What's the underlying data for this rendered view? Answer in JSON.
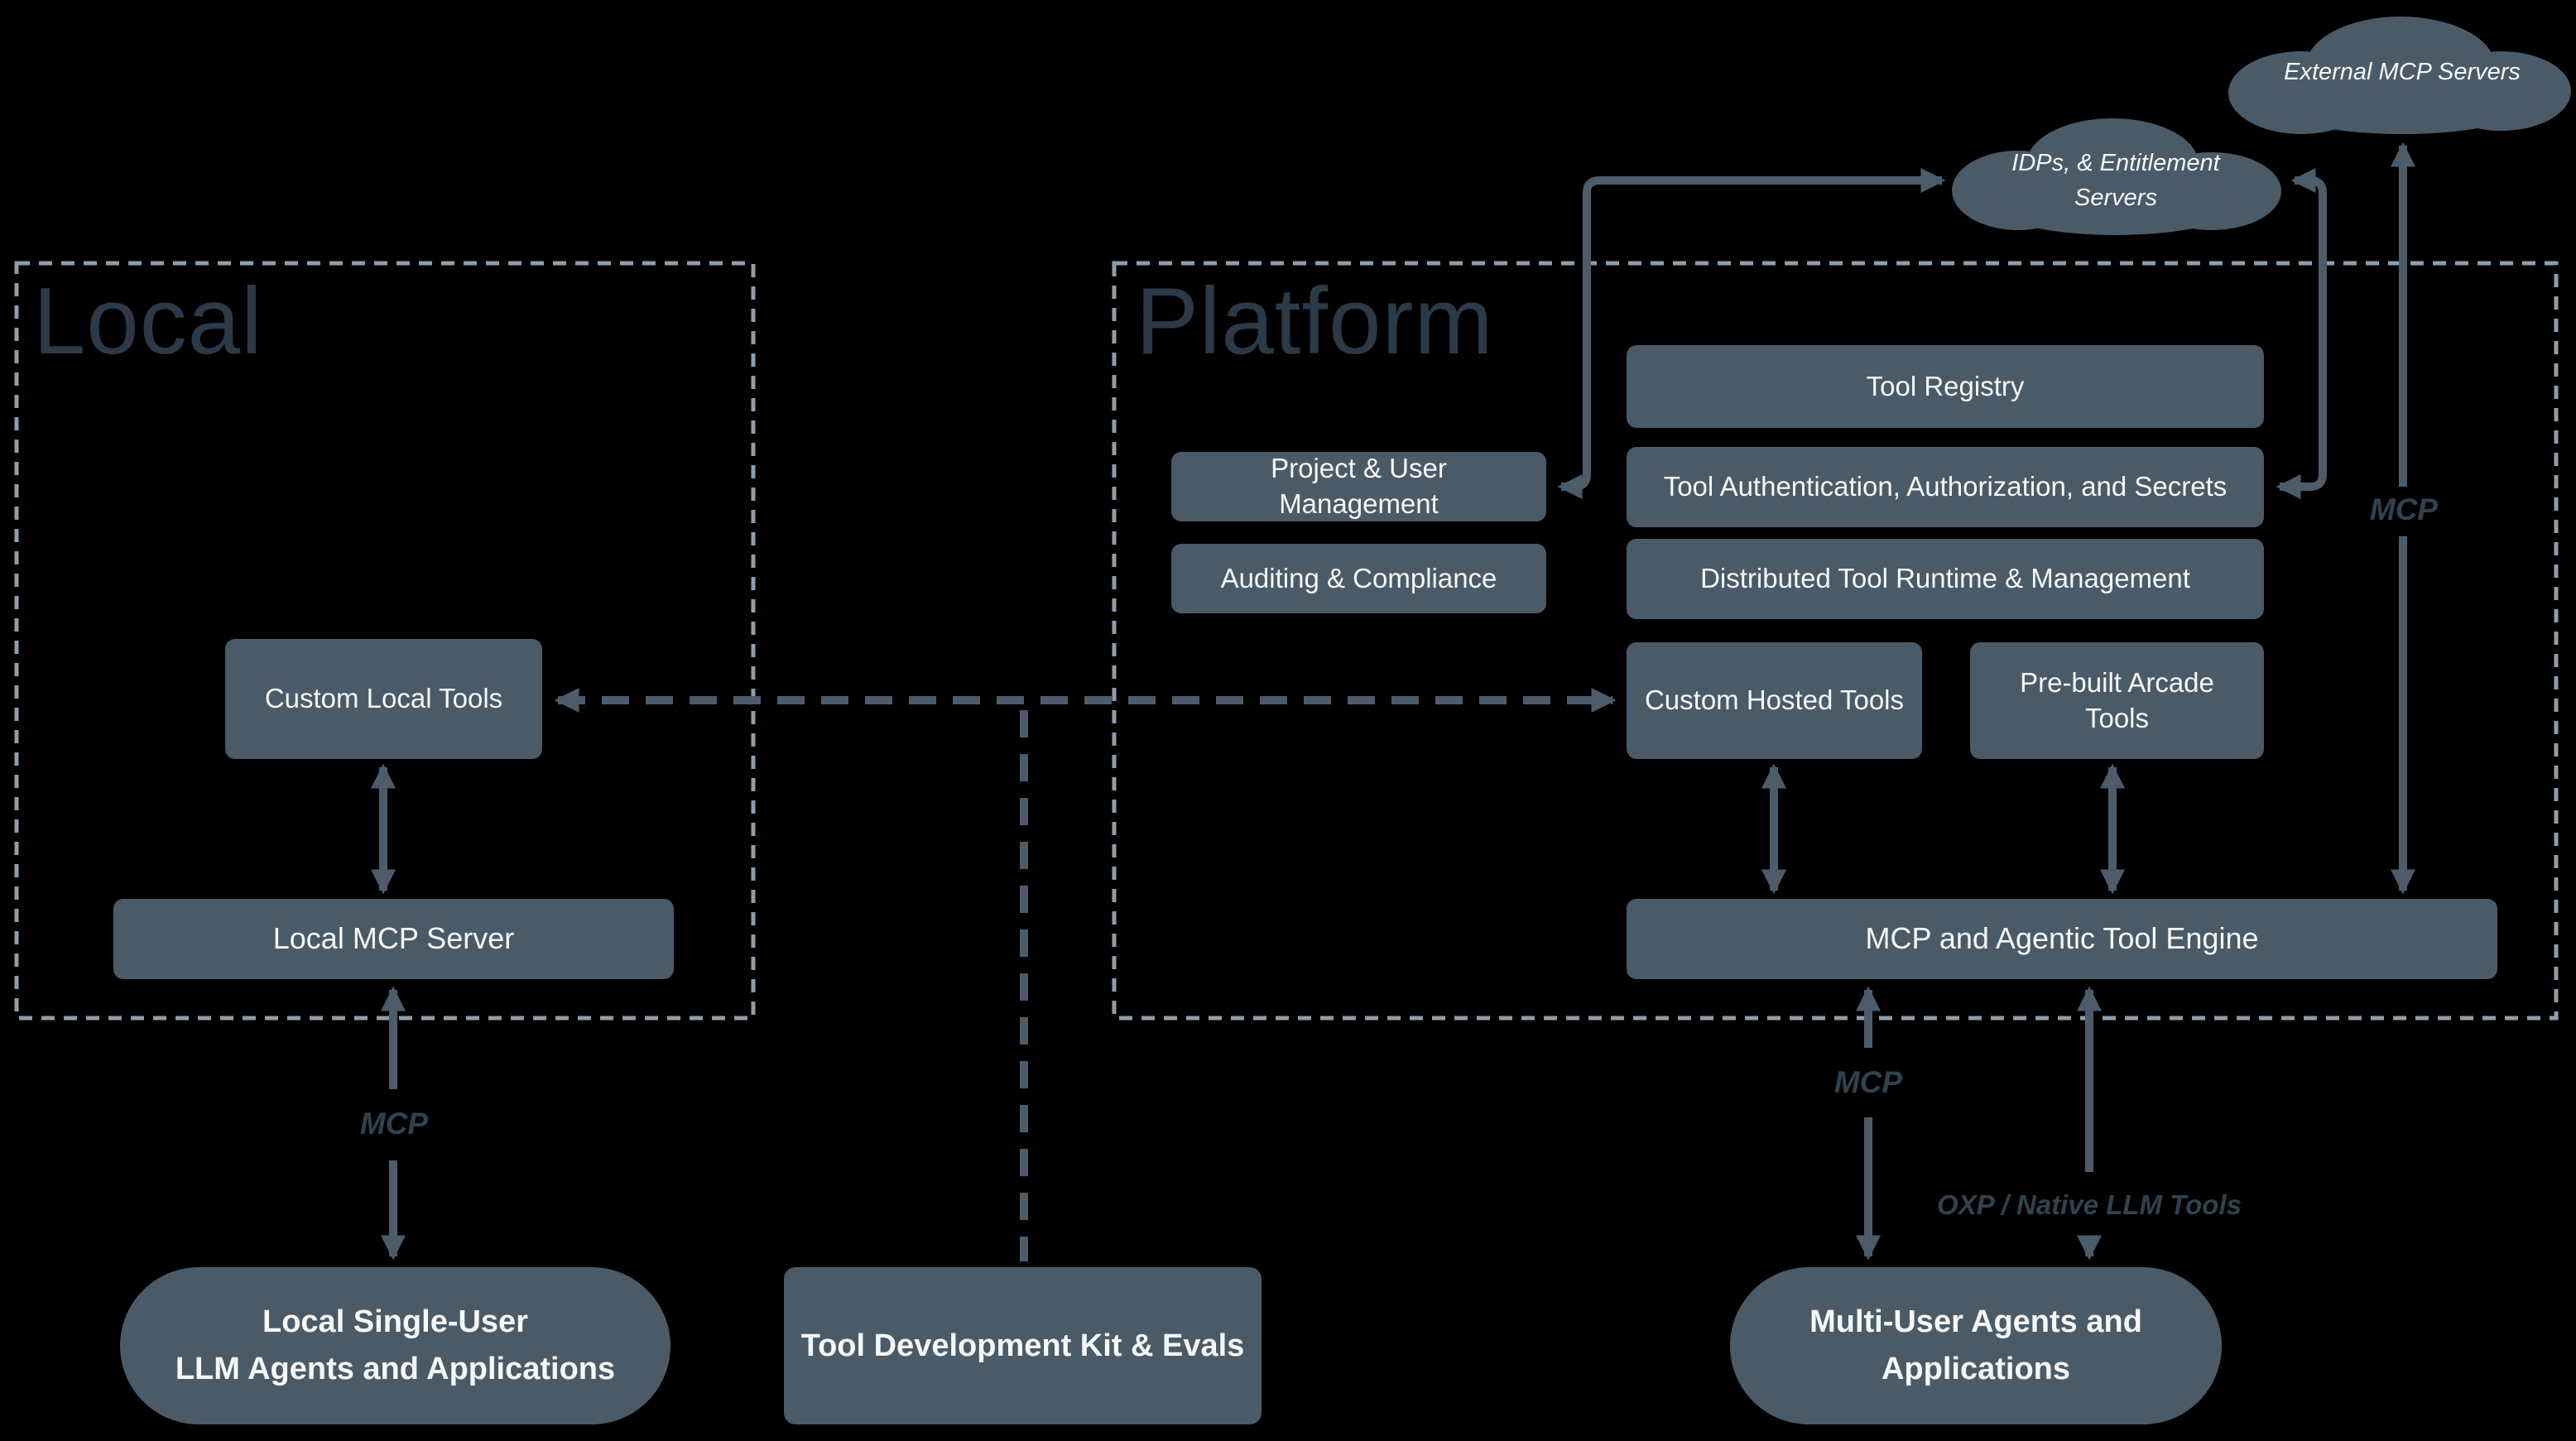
{
  "colors": {
    "background": "#000000",
    "node_fill": "#4b5a67",
    "connector": "#4d5c6a",
    "region_border": "#8f9dac",
    "region_title": "#2c3a47",
    "edge_label": "#31424f",
    "node_text": "#f5f7f8"
  },
  "regions": {
    "local": {
      "title": "Local"
    },
    "platform": {
      "title": "Platform"
    }
  },
  "clouds": {
    "external": {
      "label": "External MCP Servers"
    },
    "idps": {
      "line1": "IDPs, & Entitlement",
      "line2": "Servers"
    }
  },
  "boxes": {
    "tool_registry": "Tool Registry",
    "tool_auth": "Tool Authentication, Authorization, and Secrets",
    "distributed_runtime": "Distributed Tool Runtime & Management",
    "project_user": "Project & User Management",
    "auditing": "Auditing & Compliance",
    "custom_hosted": "Custom Hosted Tools",
    "prebuilt_arcade": "Pre-built Arcade Tools",
    "mcp_engine": "MCP and Agentic Tool Engine",
    "custom_local": "Custom Local Tools",
    "local_mcp_server": "Local MCP Server",
    "tdk": "Tool Development Kit & Evals"
  },
  "agents": {
    "local": {
      "line1": "Local Single-User",
      "line2": "LLM Agents and Applications"
    },
    "multi": {
      "line1": "Multi-User Agents and",
      "line2": "Applications"
    }
  },
  "edge_labels": {
    "local_mcp": "MCP",
    "platform_mcp": "MCP",
    "external_mcp": "MCP",
    "oxp": "OXP / Native LLM Tools"
  }
}
